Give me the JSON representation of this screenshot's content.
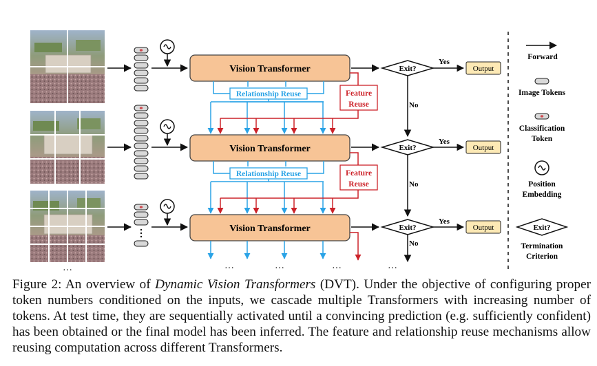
{
  "figure": {
    "transformer_label": "Vision Transformer",
    "exit_label": "Exit?",
    "yes_label": "Yes",
    "no_label": "No",
    "output_label": "Output",
    "relationship_reuse": "Relationship Reuse",
    "feature_reuse_line1": "Feature",
    "feature_reuse_line2": "Reuse",
    "ellipsis": "···",
    "token_star": "*"
  },
  "legend": {
    "forward": "Forward",
    "image_tokens": "Image Tokens",
    "classification_line1": "Classification",
    "classification_line2": "Token",
    "position_line1": "Position",
    "position_line2": "Embedding",
    "termination_line1": "Termination",
    "termination_line2": "Criterion",
    "exit_label": "Exit?"
  },
  "colors": {
    "transformer_fill": "#f7c496",
    "transformer_stroke": "#444444",
    "output_fill": "#fde9b5",
    "relationship_blue": "#2aa3e6",
    "feature_red": "#cc2229",
    "token_fill": "#d9d9d9"
  },
  "caption": {
    "prefix": "Figure 2: An overview of ",
    "title_italic": "Dynamic Vision Transformers",
    "rest": " (DVT). Under the objective of configuring proper token numbers conditioned on the inputs, we cascade multiple Transformers with increasing number of tokens. At test time, they are sequentially activated until a convincing prediction (e.g. sufficiently confident) has been obtained or the final model has been inferred.  The feature and relationship reuse mechanisms allow reusing computation across different Transformers."
  }
}
